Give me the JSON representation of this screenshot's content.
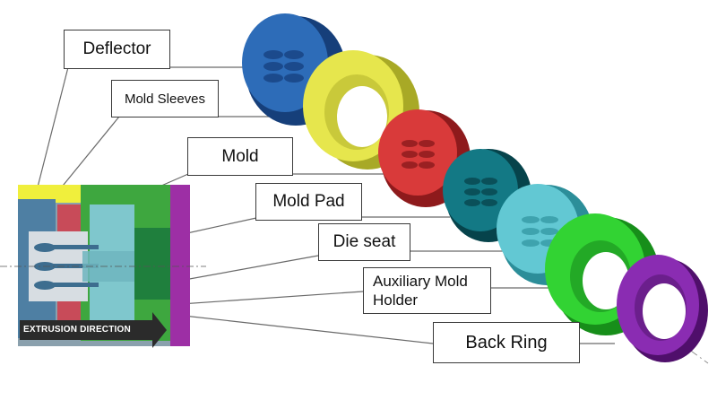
{
  "labels": {
    "deflector": "Deflector",
    "mold_sleeves": "Mold Sleeves",
    "mold": "Mold",
    "mold_pad": "Mold Pad",
    "die_seat": "Die seat",
    "auxiliary_mold_holder": "Auxiliary Mold Holder",
    "back_ring": "Back Ring"
  },
  "cross_section": {
    "arrow_text": "EXTRUSION DIRECTION"
  },
  "colors": {
    "deflector": "#1f5aa6",
    "mold_sleeves": "#e0e14a",
    "mold": "#d0282b",
    "mold_pad": "#0f6f7b",
    "die_seat": "#57c3cf",
    "auxiliary_mold_holder": "#27c92b",
    "back_ring": "#7a1ea0"
  }
}
